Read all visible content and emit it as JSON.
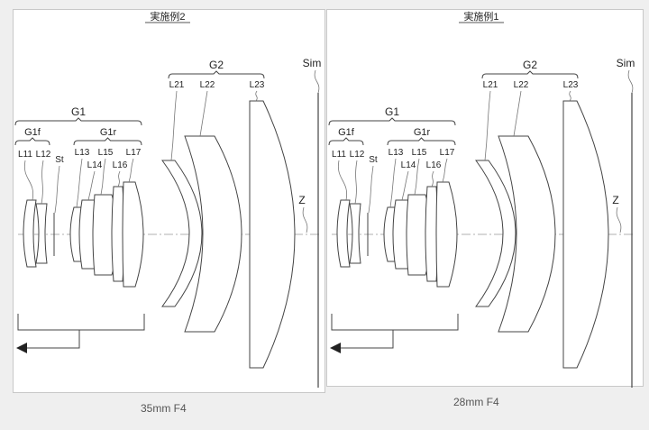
{
  "panels": [
    {
      "title": "実施例2",
      "caption": "35mm F4",
      "labels": {
        "G1": "G1",
        "G1f": "G1f",
        "G1r": "G1r",
        "G2": "G2",
        "L11": "L11",
        "L12": "L12",
        "St": "St",
        "L13": "L13",
        "L14": "L14",
        "L15": "L15",
        "L16": "L16",
        "L17": "L17",
        "L21": "L21",
        "L22": "L22",
        "L23": "L23",
        "Sim": "Sim",
        "Z": "Z"
      }
    },
    {
      "title": "実施例1",
      "caption": "28mm F4",
      "labels": {
        "G1": "G1",
        "G1f": "G1f",
        "G1r": "G1r",
        "G2": "G2",
        "L11": "L11",
        "L12": "L12",
        "St": "St",
        "L13": "L13",
        "L14": "L14",
        "L15": "L15",
        "L16": "L16",
        "L17": "L17",
        "L21": "L21",
        "L22": "L22",
        "L23": "L23",
        "Sim": "Sim",
        "Z": "Z"
      }
    }
  ],
  "colors": {
    "line": "#444444",
    "text": "#222222",
    "axis": "#888888"
  }
}
